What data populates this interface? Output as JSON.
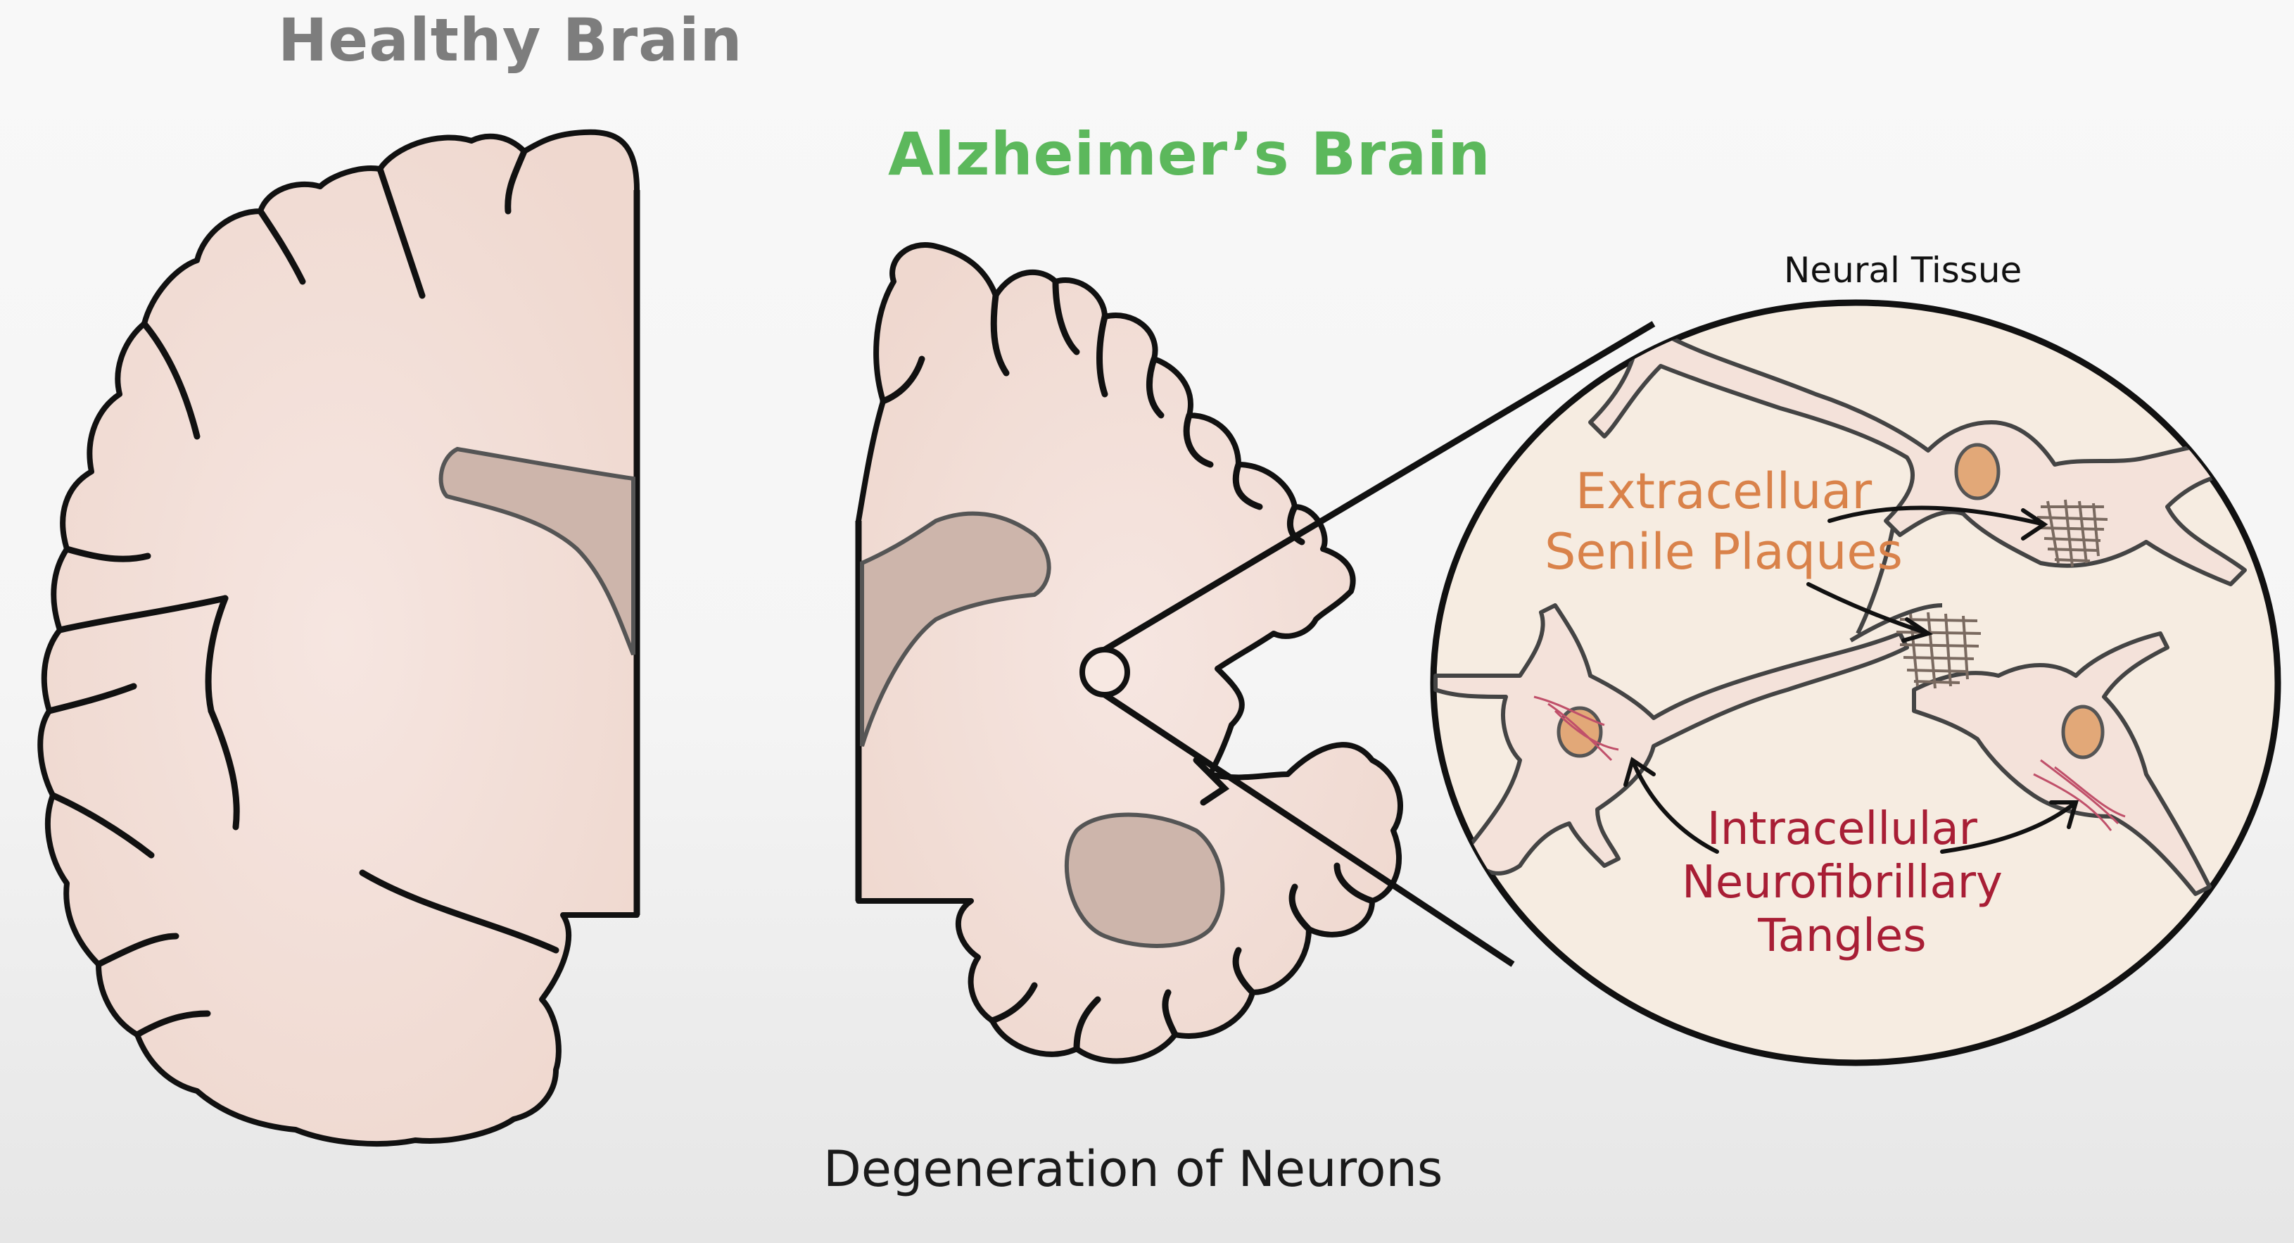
{
  "titles": {
    "healthy": "Healthy Brain",
    "alzheimers": "Alzheimer’s Brain"
  },
  "inset": {
    "title": "Neural Tissue",
    "plaques_line1": "Extracelluar",
    "plaques_line2": "Senile Plaques",
    "tangles_line1": "Intracellular",
    "tangles_line2": "Neurofibrillary",
    "tangles_line3": "Tangles"
  },
  "caption": "Degeneration of Neurons",
  "colors": {
    "brain_fill": "#f3dfd8",
    "ventricle_fill": "#cdb5ab",
    "inset_fill": "#f6ece1",
    "healthy_title": "#7d7d7d",
    "alzheimers_title": "#5cb85c",
    "plaques_text": "#d9824a",
    "tangles_text": "#a81e35",
    "nucleus": "#e2a878"
  }
}
